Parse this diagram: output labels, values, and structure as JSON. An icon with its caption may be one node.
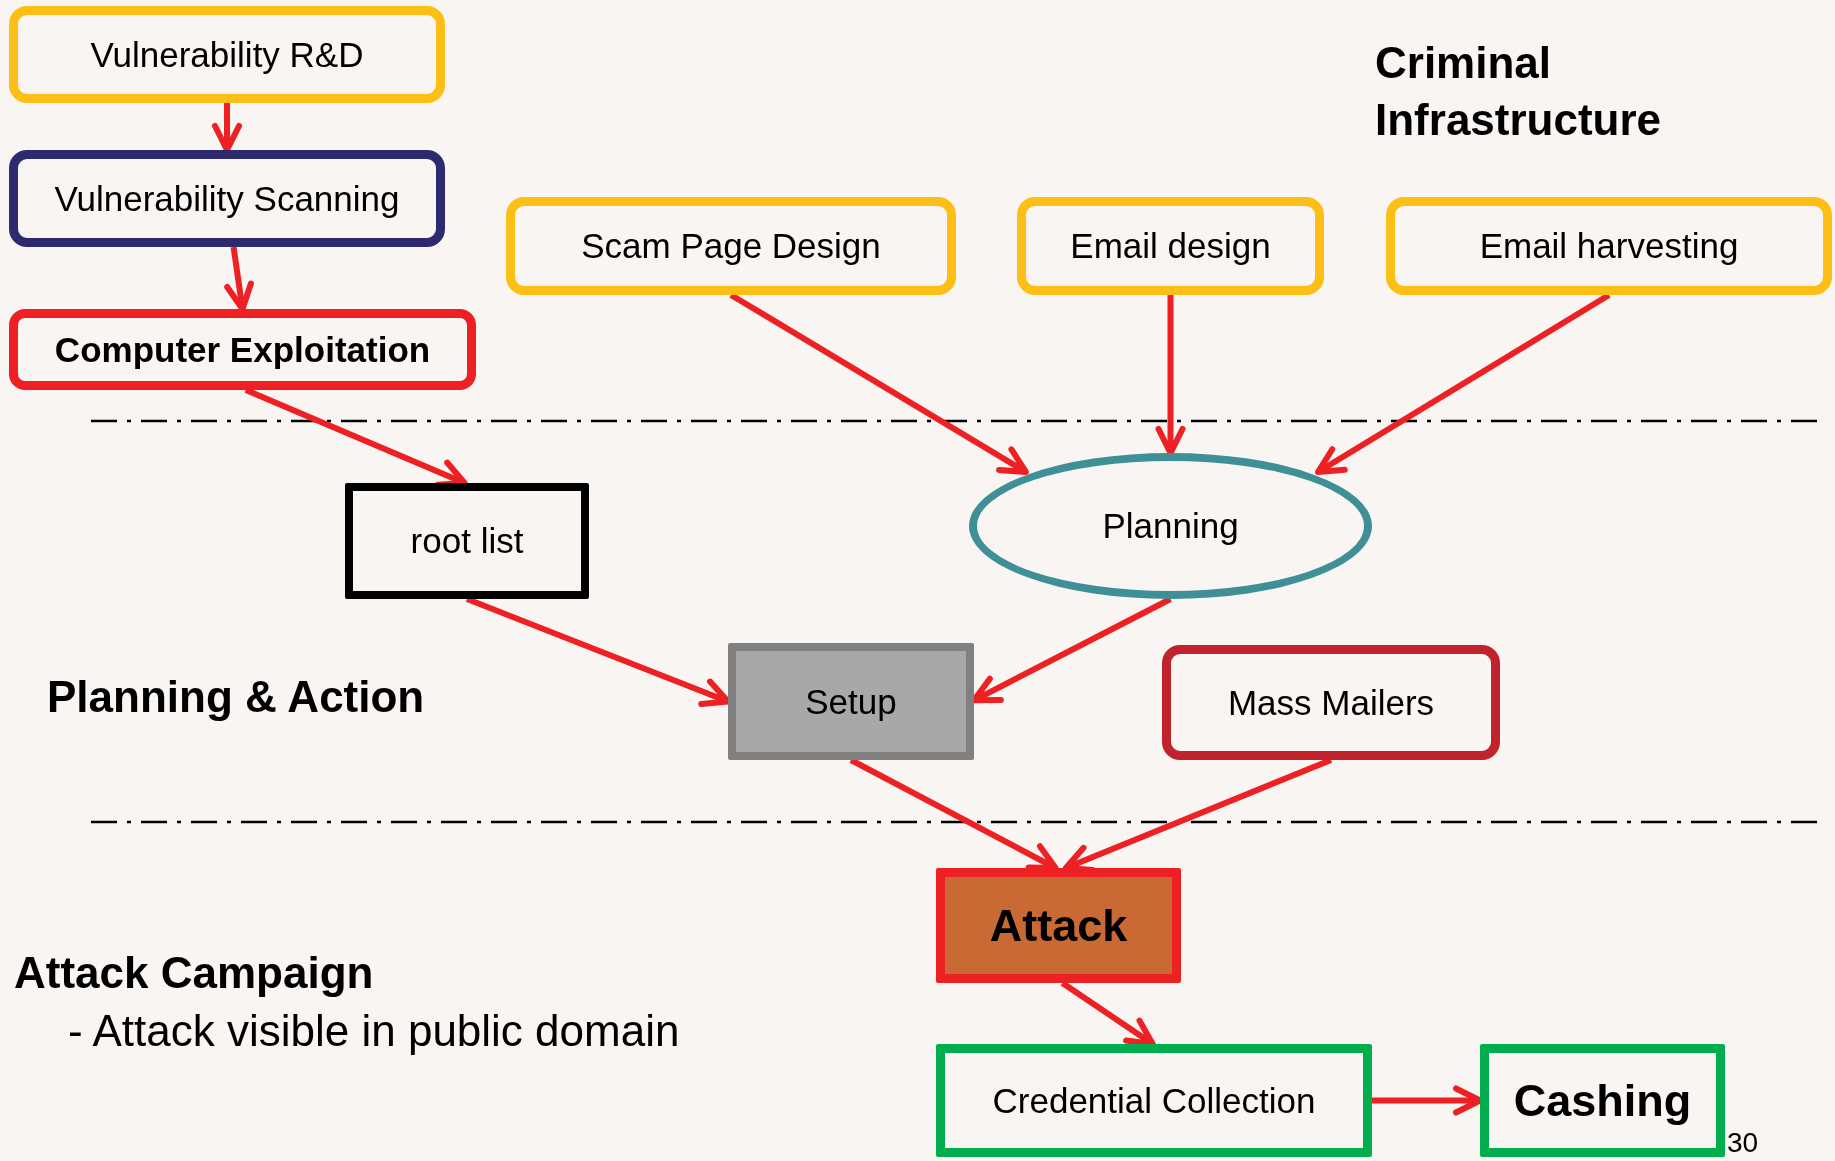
{
  "diagram": {
    "nodes": [
      {
        "text": [
          "Vulnerability R&D"
        ]
      },
      {
        "text": [
          "Vulnerability Scanning"
        ]
      },
      {
        "text": [
          "Computer Exploitation"
        ]
      },
      {
        "text": [
          "Scam Page Design"
        ]
      },
      {
        "text": [
          "Email design"
        ]
      },
      {
        "text": [
          "Email harvesting"
        ]
      },
      {
        "text": [
          "root list"
        ]
      },
      {
        "text": [
          "Planning"
        ]
      },
      {
        "text": [
          "Setup"
        ]
      },
      {
        "text": [
          "Mass Mailers"
        ]
      },
      {
        "text": [
          "Attack"
        ]
      },
      {
        "text": [
          "Credential Collection"
        ]
      },
      {
        "text": [
          "Cashing"
        ],
        "beside": [
          "30"
        ]
      }
    ],
    "edges": [
      {
        "from": 0,
        "to": 1,
        "arrow": "to"
      },
      {
        "from": 1,
        "to": 2,
        "arrow": "to"
      },
      {
        "from": 2,
        "to": 6,
        "arrow": "to"
      },
      {
        "from": 3,
        "to": 7,
        "arrow": "to"
      },
      {
        "from": 4,
        "to": 7,
        "arrow": "to"
      },
      {
        "from": 5,
        "to": 7,
        "arrow": "to"
      },
      {
        "from": 6,
        "to": 8,
        "arrow": "to"
      },
      {
        "from": 7,
        "to": 8,
        "arrow": "to"
      },
      {
        "from": 8,
        "to": 10,
        "arrow": "to"
      },
      {
        "from": 9,
        "to": 10,
        "arrow": "to"
      },
      {
        "from": 10,
        "to": 11,
        "arrow": "to"
      },
      {
        "from": 11,
        "to": 12,
        "arrow": "to"
      }
    ],
    "labels": [
      "Criminal Infrastructure",
      "Planning & Action",
      "Attack Campaign",
      "- Attack visible in public domain"
    ]
  }
}
